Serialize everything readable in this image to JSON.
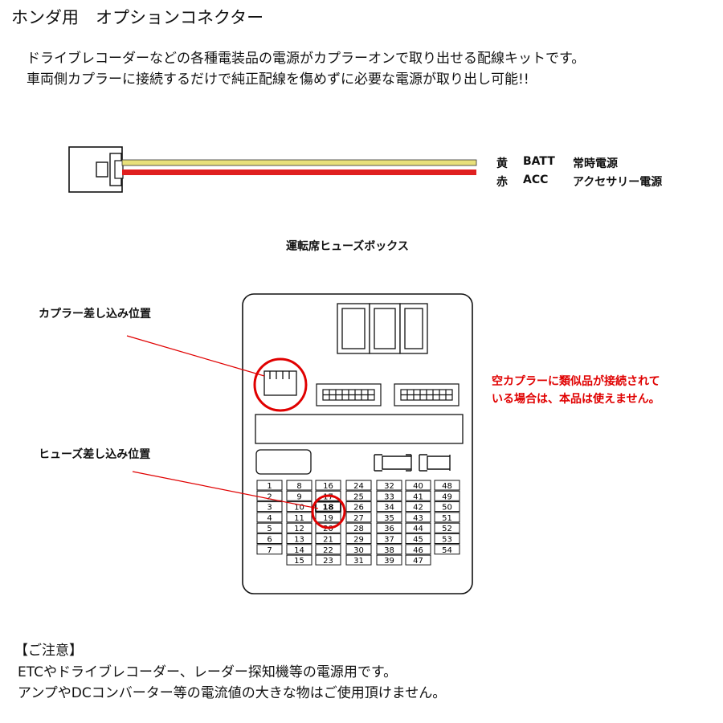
{
  "title": "ホンダ用　オプションコネクター",
  "intro": [
    "ドライブレコーダーなどの各種電装品の電源がカプラーオンで取り出せる配線キットです。",
    "車両側カプラーに接続するだけで純正配線を傷めずに必要な電源が取り出し可能!!"
  ],
  "wires": [
    {
      "color_label": "黄",
      "type": "BATT",
      "desc": "常時電源",
      "hex": "#e8e07a"
    },
    {
      "color_label": "赤",
      "type": "ACC",
      "desc": "アクセサリー電源",
      "hex": "#e02020"
    }
  ],
  "fusebox": {
    "title": "運転席ヒューズボックス",
    "coupler_label": "カプラー差し込み位置",
    "fuse_label": "ヒューズ差し込み位置",
    "warning": [
      "空カプラーに類似品が接続されて",
      "いる場合は、本品は使えません。"
    ],
    "highlight_fuse": "18",
    "fuse_columns": [
      [
        "1",
        "2",
        "3",
        "4",
        "5",
        "6",
        "7"
      ],
      [
        "8",
        "9",
        "10",
        "11",
        "12",
        "13",
        "14",
        "15"
      ],
      [
        "16",
        "17",
        "18",
        "19",
        "20",
        "21",
        "22",
        "23"
      ],
      [
        "24",
        "25",
        "26",
        "27",
        "28",
        "29",
        "30",
        "31"
      ],
      [
        "32",
        "33",
        "34",
        "35",
        "36",
        "37",
        "38",
        "39"
      ],
      [
        "40",
        "41",
        "42",
        "43",
        "44",
        "45",
        "46",
        "47"
      ],
      [
        "48",
        "49",
        "50",
        "51",
        "52",
        "53",
        "54"
      ]
    ]
  },
  "caution": {
    "heading": "【ご注意】",
    "lines": [
      "ETCやドライブレコーダー、レーダー探知機等の電源用です。",
      "アンプやDCコンバーター等の電流値の大きな物はご使用頂けません。"
    ]
  }
}
